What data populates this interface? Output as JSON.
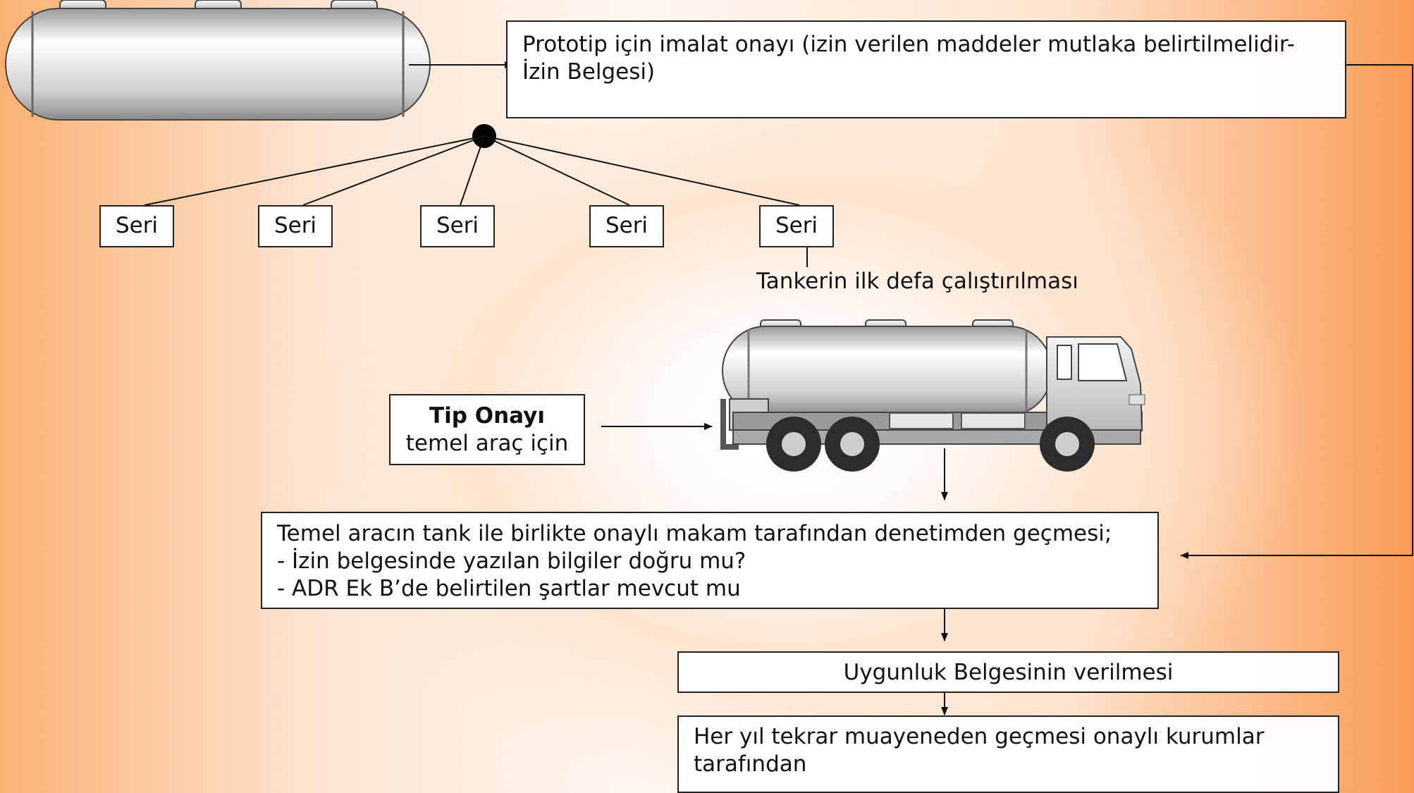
{
  "prototype_box": {
    "line1": "Prototip için imalat onayı (izin verilen maddeler mutlaka belirtilmelidir-",
    "line2": "İzin Belgesi)"
  },
  "series": [
    "Seri",
    "Seri",
    "Seri",
    "Seri",
    "Seri"
  ],
  "first_operation_label": "Tankerin ilk defa çalıştırılması",
  "type_approval": {
    "title": "Tip Onayı",
    "subtitle": "temel araç için"
  },
  "inspection_box": {
    "line1": "Temel aracın tank ile birlikte onaylı makam tarafından denetimden geçmesi;",
    "line2": "- İzin belgesinde yazılan bilgiler doğru mu?",
    "line3": "- ADR Ek B’de belirtilen şartlar mevcut mu"
  },
  "conformity_box": {
    "text": "Uygunluk Belgesinin verilmesi"
  },
  "annual_box": {
    "line1": "Her yıl tekrar muayeneden geçmesi onaylı kurumlar",
    "line2": "tarafından"
  },
  "colors": {
    "stroke": "#111111",
    "tank_body": "#d9d9d9",
    "tank_highlight": "#ffffff",
    "truck_grey": "#bdbdbd"
  },
  "icons": {
    "tank": "cylindrical-tank-icon",
    "truck": "tanker-truck-icon"
  }
}
